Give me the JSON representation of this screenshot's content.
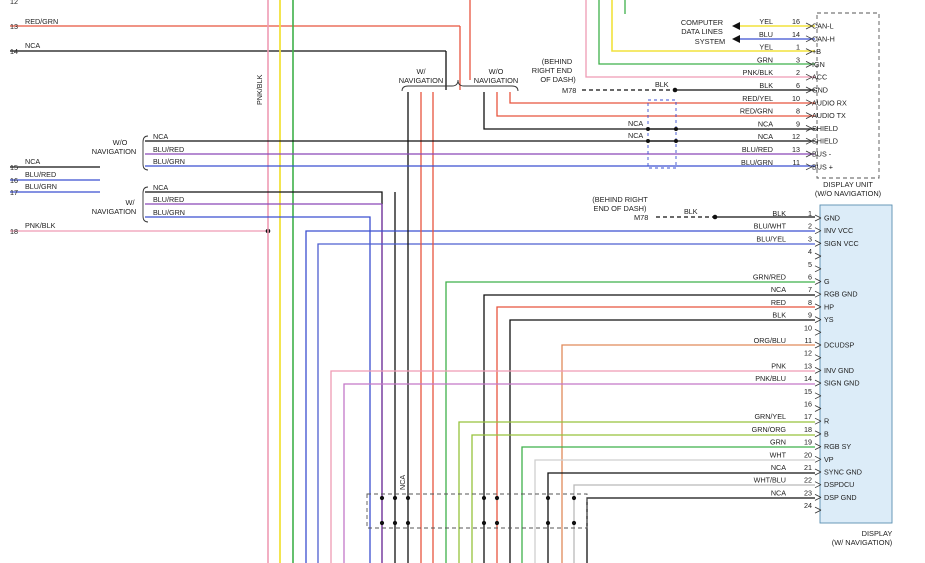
{
  "colors": {
    "black": "#111111",
    "red": "#e8553e",
    "pink": "#ef9bb4",
    "yellow": "#f2e23c",
    "green": "#3fb04a",
    "blue": "#3b4fd0",
    "purple": "#8a48b8",
    "blueyel": "#4d5fd0",
    "orgblu": "#e08a5a",
    "ltgreen": "#96c23c",
    "grey": "#b9b9b9",
    "panel": "#dcecf8",
    "panelBorder": "#5a8fb0"
  },
  "left_harness": {
    "pins": [
      {
        "num": "12",
        "label": ""
      },
      {
        "num": "13",
        "label": "RED/GRN"
      },
      {
        "num": "14",
        "label": "NCA"
      },
      {
        "num": "15",
        "label": "NCA"
      },
      {
        "num": "16",
        "label": "BLU/RED"
      },
      {
        "num": "17",
        "label": "BLU/GRN"
      },
      {
        "num": "18",
        "label": "PNK/BLK"
      }
    ],
    "vertical_label": "PNK/BLK"
  },
  "branches": {
    "wo_nav": "W/O\nNAVIGATION",
    "w_nav": "W/\nNAVIGATION",
    "wo_wires": [
      "NCA",
      "BLU/RED",
      "BLU/GRN"
    ],
    "w_wires": [
      "NCA",
      "BLU/RED",
      "BLU/GRN"
    ],
    "top_w": "W/\nNAVIGATION",
    "top_wo": "W/O\nNAVIGATION",
    "nca_vertical": "NCA"
  },
  "computer": {
    "label": "COMPUTER\nDATA LINES\nSYSTEM"
  },
  "m78_top": {
    "label": "(BEHIND\nRIGHT END\nOF DASH)",
    "conn": "M78",
    "wire": "BLK"
  },
  "m78_bottom": {
    "label": "(BEHIND RIGHT\nEND OF DASH)",
    "conn": "M78",
    "wire": "BLK"
  },
  "shield_wires": [
    "NCA",
    "NCA"
  ],
  "display_unit": {
    "title": "DISPLAY UNIT\n(W/O NAVIGATION)",
    "pins": [
      {
        "num": "16",
        "wire": "YEL",
        "func": "CAN-L"
      },
      {
        "num": "14",
        "wire": "BLU",
        "func": "CAN-H"
      },
      {
        "num": "1",
        "wire": "YEL",
        "func": "+B"
      },
      {
        "num": "3",
        "wire": "GRN",
        "func": "IGN"
      },
      {
        "num": "2",
        "wire": "PNK/BLK",
        "func": "ACC"
      },
      {
        "num": "6",
        "wire": "BLK",
        "func": "GND"
      },
      {
        "num": "10",
        "wire": "RED/YEL",
        "func": "AUDIO RX"
      },
      {
        "num": "8",
        "wire": "RED/GRN",
        "func": "AUDIO TX"
      },
      {
        "num": "9",
        "wire": "NCA",
        "func": "SHIELD"
      },
      {
        "num": "12",
        "wire": "NCA",
        "func": "SHIELD"
      },
      {
        "num": "13",
        "wire": "BLU/RED",
        "func": "BUS -"
      },
      {
        "num": "11",
        "wire": "BLU/GRN",
        "func": "BUS +"
      }
    ]
  },
  "display": {
    "title": "DISPLAY\n(W/ NAVIGATION)",
    "pins": [
      {
        "num": "1",
        "wire": "BLK",
        "func": "GND"
      },
      {
        "num": "2",
        "wire": "BLU/WHT",
        "func": "INV VCC"
      },
      {
        "num": "3",
        "wire": "BLU/YEL",
        "func": "SIGN VCC"
      },
      {
        "num": "4",
        "wire": "",
        "func": ""
      },
      {
        "num": "5",
        "wire": "",
        "func": ""
      },
      {
        "num": "6",
        "wire": "GRN/RED",
        "func": "G"
      },
      {
        "num": "7",
        "wire": "NCA",
        "func": "RGB GND"
      },
      {
        "num": "8",
        "wire": "RED",
        "func": "HP"
      },
      {
        "num": "9",
        "wire": "BLK",
        "func": "YS"
      },
      {
        "num": "10",
        "wire": "",
        "func": ""
      },
      {
        "num": "11",
        "wire": "ORG/BLU",
        "func": "DCUDSP"
      },
      {
        "num": "12",
        "wire": "",
        "func": ""
      },
      {
        "num": "13",
        "wire": "PNK",
        "func": "INV GND"
      },
      {
        "num": "14",
        "wire": "PNK/BLU",
        "func": "SIGN GND"
      },
      {
        "num": "15",
        "wire": "",
        "func": ""
      },
      {
        "num": "16",
        "wire": "",
        "func": ""
      },
      {
        "num": "17",
        "wire": "GRN/YEL",
        "func": "R"
      },
      {
        "num": "18",
        "wire": "GRN/ORG",
        "func": "B"
      },
      {
        "num": "19",
        "wire": "GRN",
        "func": "RGB SY"
      },
      {
        "num": "20",
        "wire": "WHT",
        "func": "VP"
      },
      {
        "num": "21",
        "wire": "NCA",
        "func": "SYNC GND"
      },
      {
        "num": "22",
        "wire": "WHT/BLU",
        "func": "DSPDCU"
      },
      {
        "num": "23",
        "wire": "NCA",
        "func": "DSP GND"
      },
      {
        "num": "24",
        "wire": "",
        "func": ""
      }
    ]
  }
}
